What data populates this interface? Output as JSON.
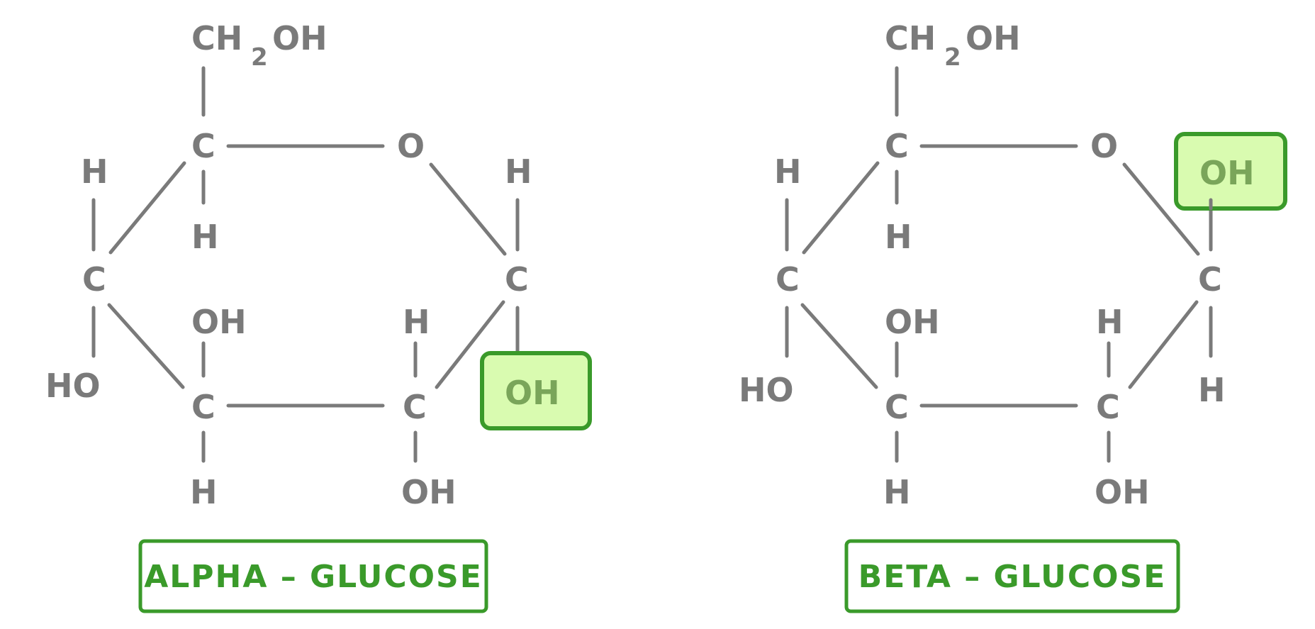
{
  "alpha": {
    "top_group": "CH",
    "top_group_sub": "2",
    "top_group_end": "OH",
    "ring_o": "O",
    "c5": "C",
    "c5_h": "H",
    "c4": "C",
    "c4_h": "H",
    "c4_ho": "HO",
    "c3": "C",
    "c3_oh": "OH",
    "c3_h": "H",
    "c2": "C",
    "c2_h": "H",
    "c2_oh": "OH",
    "c1": "C",
    "c1_h": "H",
    "c1_oh_highlight": "OH",
    "label": "ALPHA – GLUCOSE"
  },
  "beta": {
    "top_group": "CH",
    "top_group_sub": "2",
    "top_group_end": "OH",
    "ring_o": "O",
    "c5": "C",
    "c5_h": "H",
    "c4": "C",
    "c4_h": "H",
    "c4_ho": "HO",
    "c3": "C",
    "c3_oh": "OH",
    "c3_h": "H",
    "c2": "C",
    "c2_h": "H",
    "c2_oh": "OH",
    "c1": "C",
    "c1_h": "H",
    "c1_oh_highlight": "OH",
    "label": "BETA – GLUCOSE"
  },
  "colors": {
    "structure": "#7a7a7a",
    "highlight_fill": "#d9fbb0",
    "highlight_stroke": "#3a9a2a",
    "label": "#3a9a2a"
  }
}
